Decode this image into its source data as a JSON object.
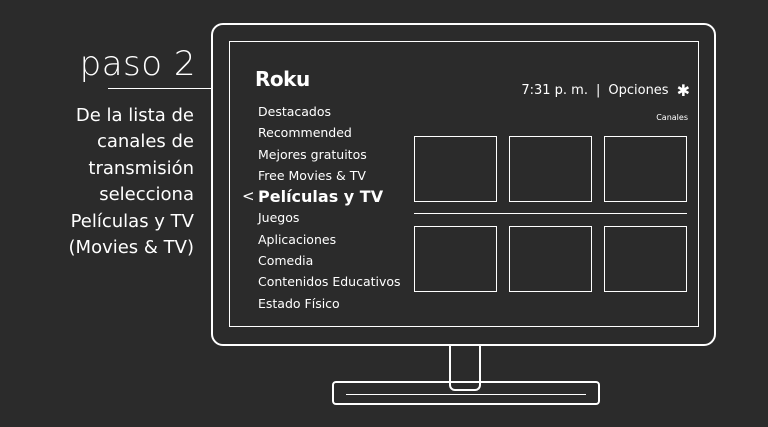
{
  "instruction": {
    "step_title": "paso 2",
    "lines": [
      "De la lista de",
      "canales de",
      "transmisión",
      "selecciona",
      "Películas y TV",
      "(Movies & TV)"
    ]
  },
  "screen": {
    "logo": "Roku",
    "time": "7:31 p. m.",
    "separator": "|",
    "options_label": "Opciones",
    "options_icon": "asterisk-icon",
    "section_label": "Canales",
    "menu": [
      "Destacados",
      "Recommended",
      "Mejores gratuitos",
      "Free Movies & TV",
      "Películas y TV",
      "Juegos",
      "Aplicaciones",
      "Comedia",
      "Contenidos Educativos",
      "Estado Físico"
    ],
    "selected_marker": "<"
  },
  "colors": {
    "background": "#2b2b2b",
    "foreground": "#ffffff"
  }
}
